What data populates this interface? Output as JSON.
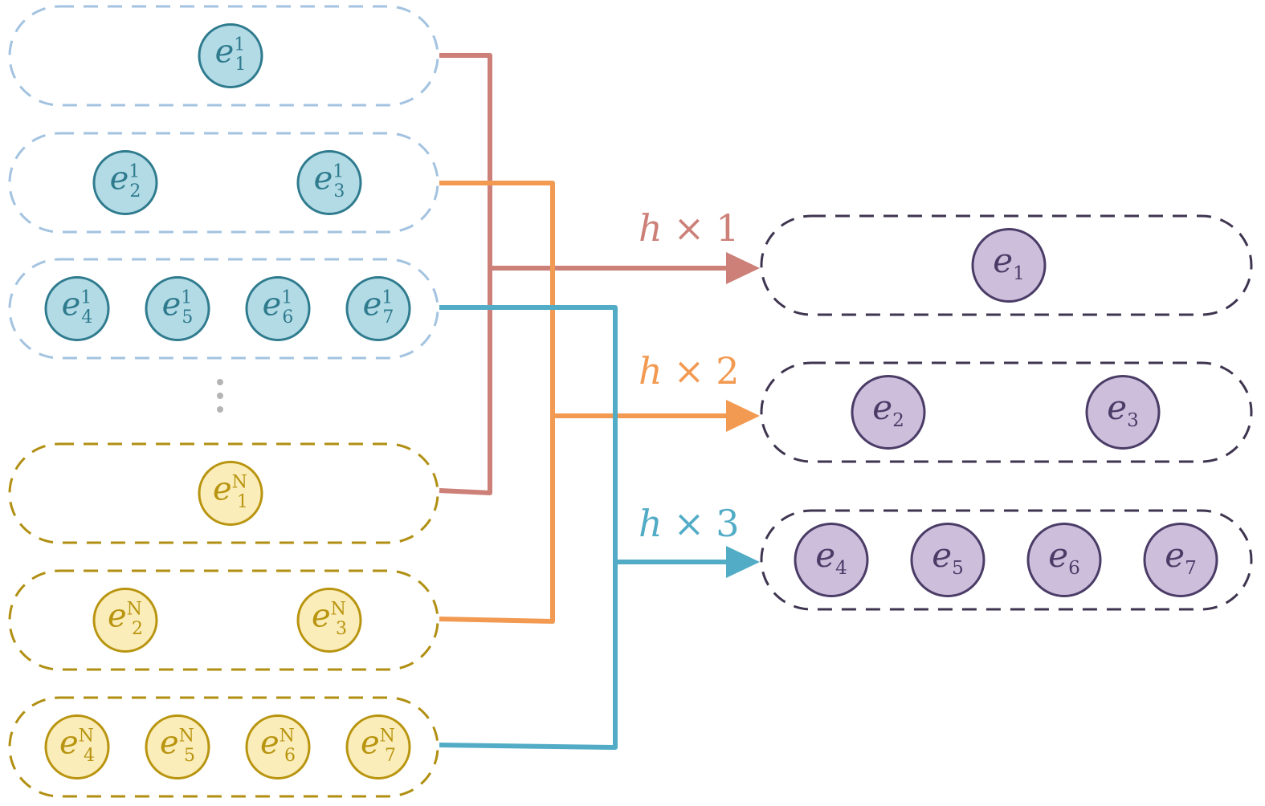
{
  "colors": {
    "top_box": "#a3c3e0",
    "top_node_fill": "#b3dbe6",
    "top_node_stroke": "#2f7b8e",
    "top_text": "#2f7b8e",
    "bottom_box": "#b08f12",
    "bottom_node_fill": "#fbedb9",
    "bottom_node_stroke": "#b8940f",
    "bottom_text": "#b8940f",
    "right_box": "#3f3550",
    "right_node_fill": "#cdbfdc",
    "right_node_stroke": "#4a3c66",
    "right_text": "#4a3c66",
    "line_1": "#cc8078",
    "line_2": "#f29a52",
    "line_3": "#52acc6",
    "dots": "#b5b5b5"
  },
  "left_top_groups": [
    {
      "nodes": [
        {
          "base": "e",
          "sub": "1",
          "sup": "1"
        }
      ]
    },
    {
      "nodes": [
        {
          "base": "e",
          "sub": "2",
          "sup": "1"
        },
        {
          "base": "e",
          "sub": "3",
          "sup": "1"
        }
      ]
    },
    {
      "nodes": [
        {
          "base": "e",
          "sub": "4",
          "sup": "1"
        },
        {
          "base": "e",
          "sub": "5",
          "sup": "1"
        },
        {
          "base": "e",
          "sub": "6",
          "sup": "1"
        },
        {
          "base": "e",
          "sub": "7",
          "sup": "1"
        }
      ]
    }
  ],
  "left_bottom_groups": [
    {
      "nodes": [
        {
          "base": "e",
          "sub": "1",
          "sup": "N"
        }
      ]
    },
    {
      "nodes": [
        {
          "base": "e",
          "sub": "2",
          "sup": "N"
        },
        {
          "base": "e",
          "sub": "3",
          "sup": "N"
        }
      ]
    },
    {
      "nodes": [
        {
          "base": "e",
          "sub": "4",
          "sup": "N"
        },
        {
          "base": "e",
          "sub": "5",
          "sup": "N"
        },
        {
          "base": "e",
          "sub": "6",
          "sup": "N"
        },
        {
          "base": "e",
          "sub": "7",
          "sup": "N"
        }
      ]
    }
  ],
  "right_groups": [
    {
      "nodes": [
        {
          "base": "e",
          "sub": "1"
        }
      ]
    },
    {
      "nodes": [
        {
          "base": "e",
          "sub": "2"
        },
        {
          "base": "e",
          "sub": "3"
        }
      ]
    },
    {
      "nodes": [
        {
          "base": "e",
          "sub": "4"
        },
        {
          "base": "e",
          "sub": "5"
        },
        {
          "base": "e",
          "sub": "6"
        },
        {
          "base": "e",
          "sub": "7"
        }
      ]
    }
  ],
  "arrow_labels": [
    {
      "var": "h",
      "op": "×",
      "num": "1"
    },
    {
      "var": "h",
      "op": "×",
      "num": "2"
    },
    {
      "var": "h",
      "op": "×",
      "num": "3"
    }
  ]
}
